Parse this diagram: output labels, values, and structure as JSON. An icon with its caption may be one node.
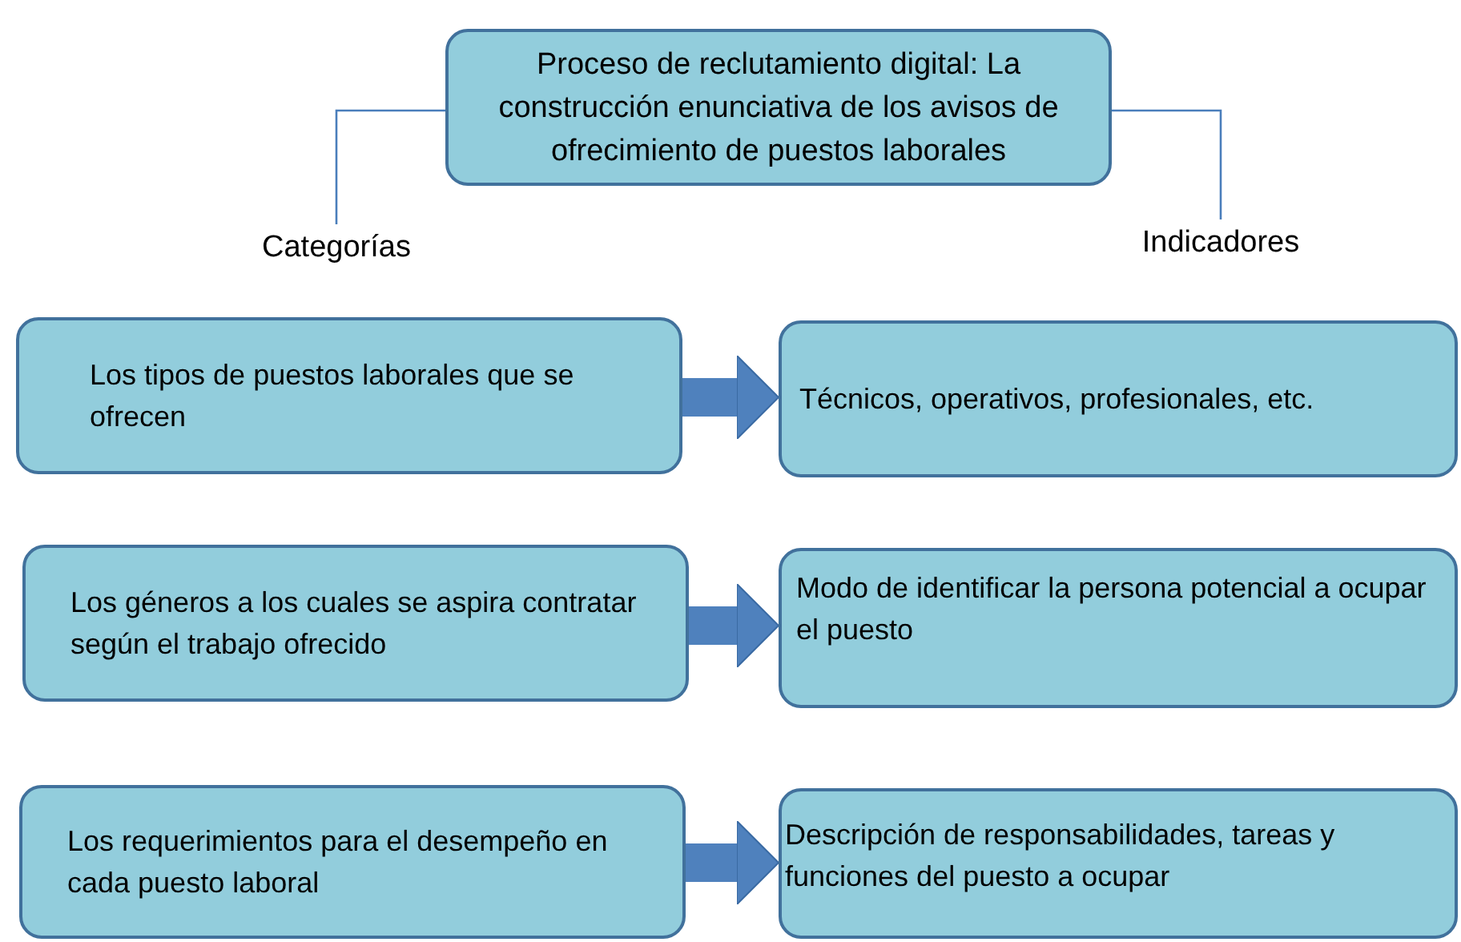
{
  "diagram": {
    "nodes": [
      {
        "text": [
          "Proceso de reclutamiento digital: La construcción enunciativa de los avisos de ofrecimiento de puestos laborales"
        ]
      },
      {
        "text": [
          "Categorías"
        ]
      },
      {
        "text": [
          "Indicadores"
        ]
      },
      {
        "text": [
          "Los tipos de puestos laborales que se ofrecen"
        ]
      },
      {
        "text": [
          "Técnicos, operativos, profesionales, etc."
        ]
      },
      {
        "text": [
          "Los géneros a los cuales se aspira contratar según el trabajo ofrecido"
        ]
      },
      {
        "text": [
          "Modo de identificar la persona potencial a ocupar el puesto"
        ]
      },
      {
        "text": [
          "Los requerimientos para el desempeño en cada puesto laboral"
        ]
      },
      {
        "text": [
          "Descripción de responsabilidades, tareas y funciones del puesto a ocupar"
        ]
      }
    ],
    "edges": [
      {
        "from": 0,
        "to": 1,
        "arrow": "none"
      },
      {
        "from": 0,
        "to": 2,
        "arrow": "none"
      },
      {
        "from": 3,
        "to": 4,
        "arrow": "to"
      },
      {
        "from": 5,
        "to": 6,
        "arrow": "to"
      },
      {
        "from": 7,
        "to": 8,
        "arrow": "to"
      }
    ]
  }
}
